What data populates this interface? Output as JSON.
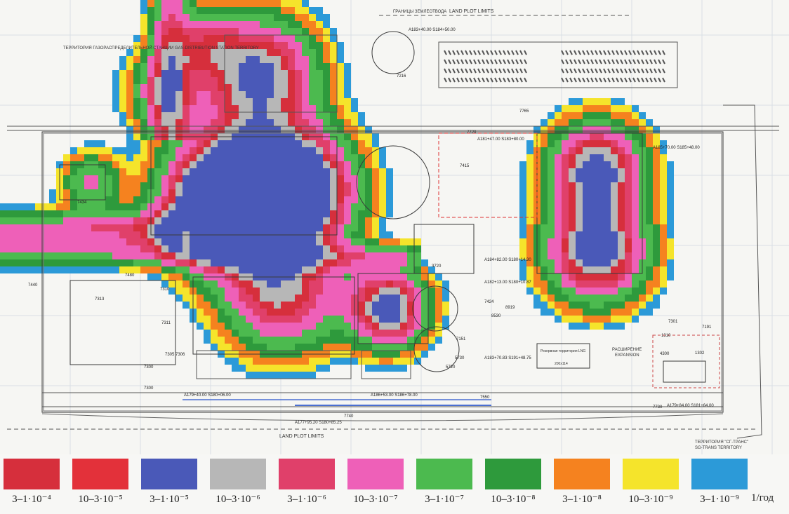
{
  "map": {
    "labels": {
      "land_plot_limits_top": "LAND PLOT LIMITS",
      "land_plot_limits_bottom": "LAND PLOT LIMITS",
      "land_plot_limits_ru": "ГРАНИЦЫ ЗЕМЛЕОТВОДА",
      "gds_territory": "ТЕРРИТОРИЯ ГАЗОРАСПРЕДЕЛИТЕЛЬНОЙ СТАНЦИИ GAS-DISTRIBUTION STATION TERRITORY",
      "expansion_ru": "РАСШИРЕНИЕ",
      "expansion_en": "EXPANSION",
      "sg_trans_ru": "ТЕРРИТОРИЯ \"СГ-ТРАНС\"",
      "sg_trans_en": "SG-TRANS TERRITORY",
      "future_lng": "Резервная территория LNG",
      "future_lng_size": "200х114"
    },
    "unit_codes": [
      "7765",
      "7216",
      "7415",
      "7434",
      "7720",
      "7730",
      "7740",
      "7300",
      "7300",
      "7310",
      "7311",
      "7313",
      "7305",
      "7306",
      "7480",
      "7440",
      "5720",
      "5730",
      "3720",
      "7424",
      "8919",
      "8530",
      "7151",
      "7301",
      "7191",
      "7550",
      "1310",
      "4300",
      "1302"
    ],
    "coords": [
      "A183+40.00 S184+50.00",
      "A181+47.00 S183+80.00",
      "A185+70.00 S185+48.00",
      "A184+82.00 S180+14.30",
      "A182+13.00 S180+10.87",
      "A183+70.83 S191+48.75",
      "A179+40.00 S180+06.00",
      "A177+95.20 S180+85.25",
      "A179+84.00 S181+64.00",
      "A186+53.00 S186+78.00"
    ]
  },
  "legend": {
    "unit": "1/год",
    "items": [
      {
        "label": "3–1·10⁻⁴",
        "color": "#d62f3c"
      },
      {
        "label": "10–3·10⁻⁵",
        "color": "#e3313a"
      },
      {
        "label": "3–1·10⁻⁵",
        "color": "#4a59b8"
      },
      {
        "label": "10–3·10⁻⁶",
        "color": "#b7b7b7"
      },
      {
        "label": "3–1·10⁻⁶",
        "color": "#e0406a"
      },
      {
        "label": "10–3·10⁻⁷",
        "color": "#ee60b8"
      },
      {
        "label": "3–1·10⁻⁷",
        "color": "#4cba4f"
      },
      {
        "label": "10–3·10⁻⁸",
        "color": "#2e9a3c"
      },
      {
        "label": "3–1·10⁻⁸",
        "color": "#f5821f"
      },
      {
        "label": "10–3·10⁻⁹",
        "color": "#f5e42b"
      },
      {
        "label": "3–1·10⁻⁹",
        "color": "#2c9ad8"
      }
    ]
  }
}
